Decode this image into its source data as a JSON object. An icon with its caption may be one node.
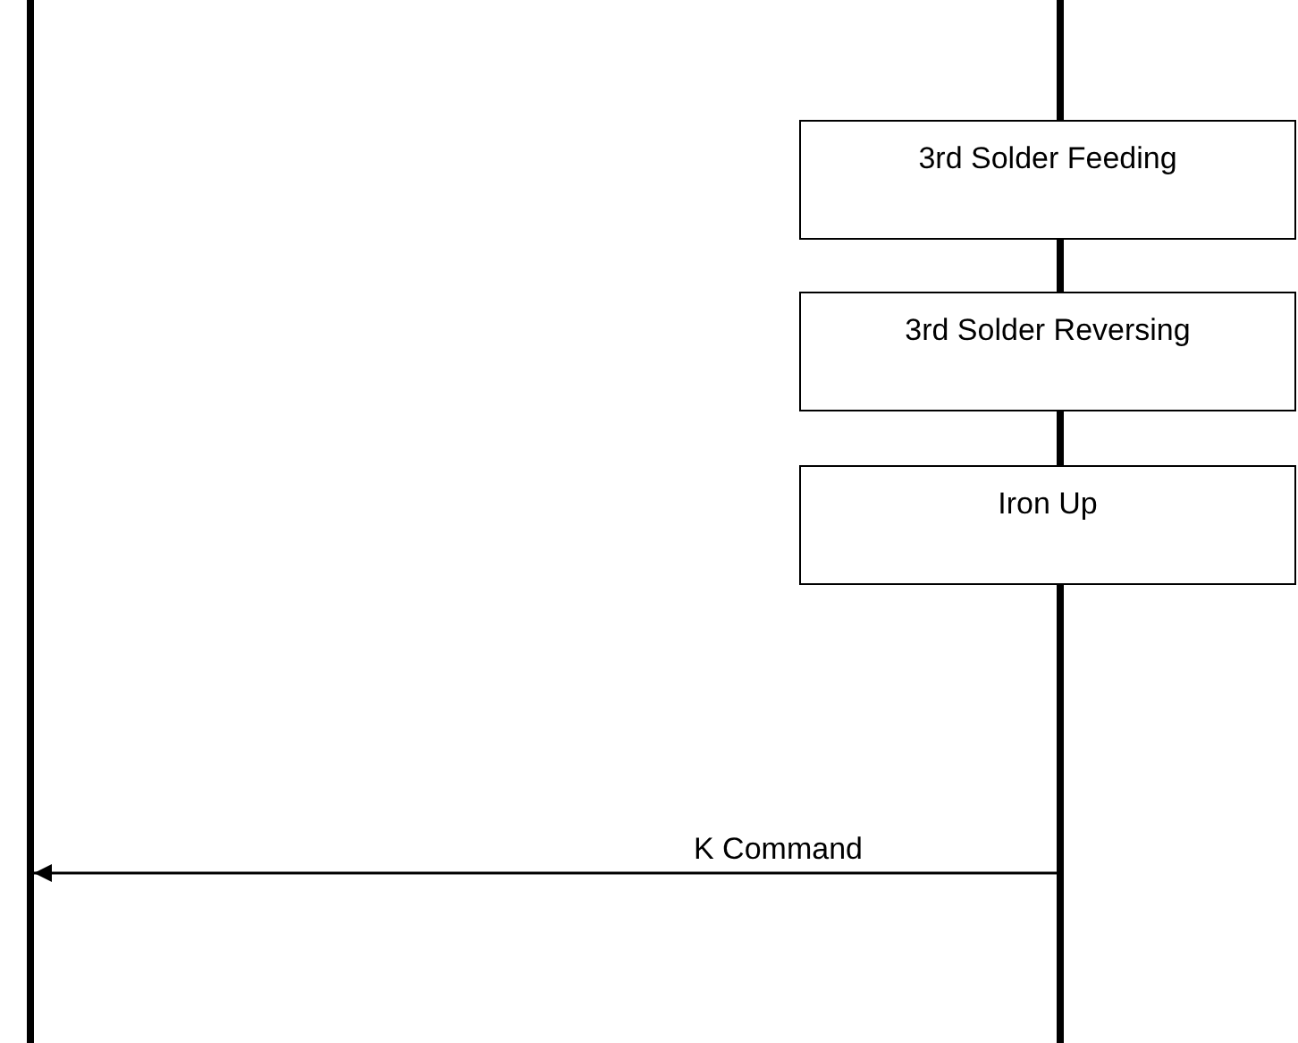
{
  "diagram": {
    "nodes": [
      {
        "text": [],
        "shape": "bar"
      },
      {
        "text": [],
        "shape": "bar"
      },
      {
        "text": [
          "3rd Solder Feeding"
        ]
      },
      {
        "text": [
          "3rd Solder Reversing"
        ]
      },
      {
        "text": [
          "Iron Up"
        ]
      }
    ],
    "edges": [
      {
        "from": 1,
        "to": 0,
        "arrow": "to",
        "label": "K Command"
      }
    ]
  }
}
